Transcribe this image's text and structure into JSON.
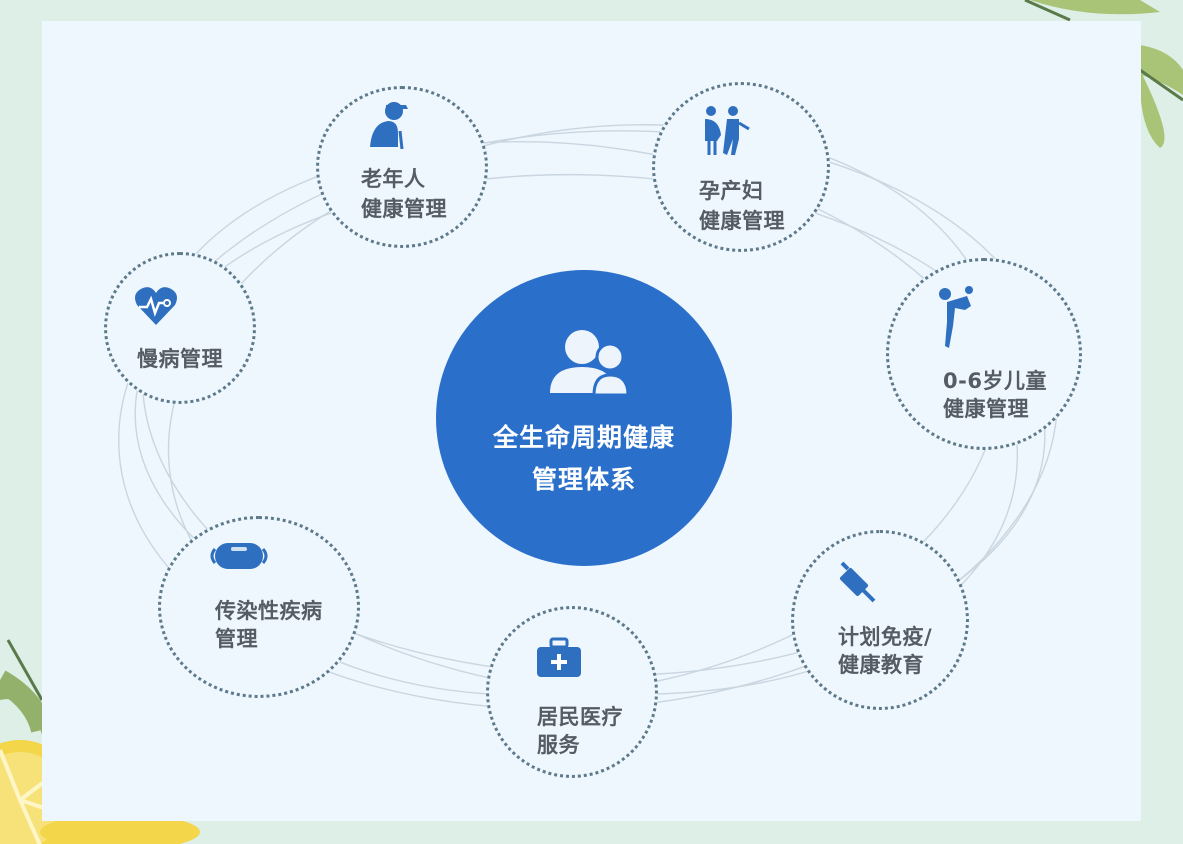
{
  "diagram": {
    "center": {
      "line1": "全生命周期健康",
      "line2": "管理体系",
      "icon": "people-group-icon",
      "color": "#2a6fca"
    },
    "nodes": [
      {
        "id": "elderly",
        "line1": "老年人",
        "line2": "健康管理",
        "icon": "elderly-person-icon"
      },
      {
        "id": "maternal",
        "line1": "孕产妇",
        "line2": "健康管理",
        "icon": "pregnant-couple-icon"
      },
      {
        "id": "child",
        "line1": "0-6岁儿童",
        "line2": "健康管理",
        "icon": "parent-child-icon"
      },
      {
        "id": "immunization",
        "line1": "计划免疫/",
        "line2": "健康教育",
        "icon": "syringe-icon"
      },
      {
        "id": "medical",
        "line1": "居民医疗",
        "line2": "服务",
        "icon": "medical-kit-icon"
      },
      {
        "id": "infectious",
        "line1": "传染性疾病",
        "line2": "管理",
        "icon": "face-mask-icon"
      },
      {
        "id": "chronic",
        "line1": "慢病管理",
        "line2": "",
        "icon": "heart-pulse-icon"
      }
    ],
    "colors": {
      "accent": "#2a6fca",
      "icon": "#2f6fc0",
      "label": "#555c63",
      "panel": "#eef6fe",
      "background": "#deefe8"
    }
  }
}
